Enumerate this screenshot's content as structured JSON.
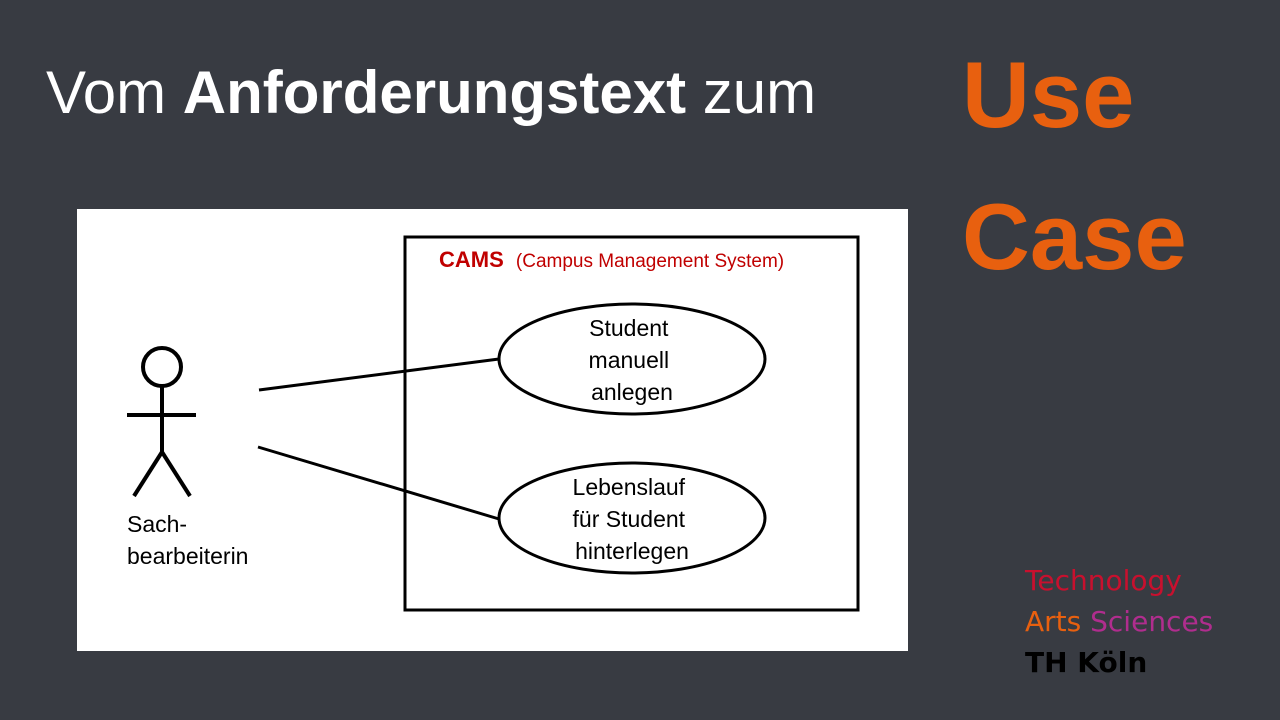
{
  "title": {
    "prefix": "Vom",
    "bold": "Anforderungstext",
    "suffix": "zum",
    "highlight_line1": "Use",
    "highlight_line2": "Case"
  },
  "diagram": {
    "system_name": "CAMS",
    "system_full": "(Campus Management System)",
    "actor_label_line1": "Sach-",
    "actor_label_line2": "bearbeiterin",
    "use_cases": [
      {
        "lines": [
          "Student",
          "manuell",
          "anlegen"
        ]
      },
      {
        "lines": [
          "Lebenslauf",
          "für Student",
          "hinterlegen"
        ]
      }
    ]
  },
  "logo": {
    "line1": "Technology",
    "line2_a": "Arts",
    "line2_b": "Sciences",
    "line3": "TH Köln"
  },
  "colors": {
    "background": "#383b42",
    "accent_orange": "#e8600f",
    "system_red": "#c00000",
    "logo_red": "#c8102e",
    "logo_purple": "#b02d8e"
  }
}
